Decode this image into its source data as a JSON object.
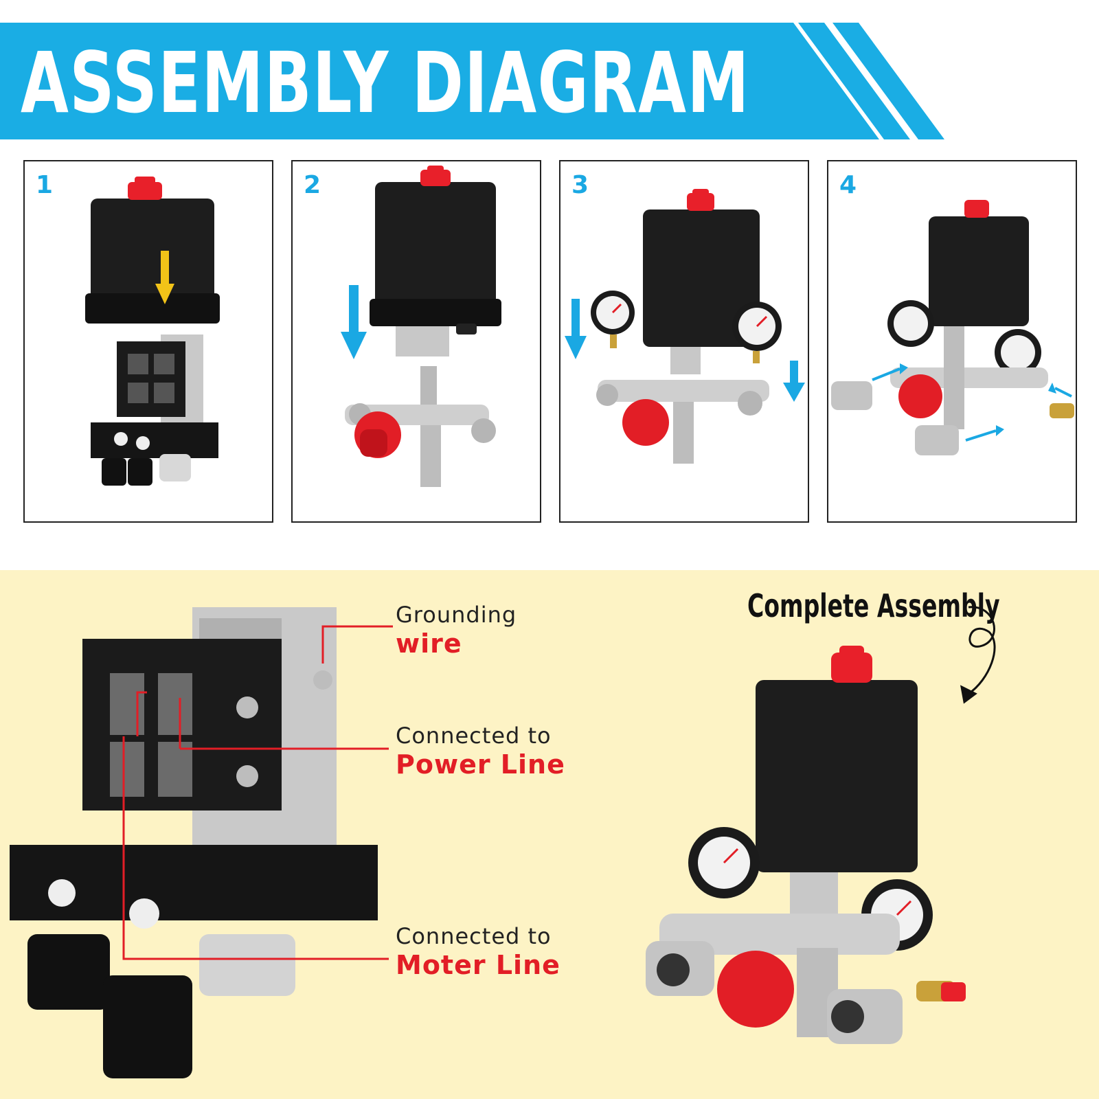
{
  "banner": {
    "title": "ASSEMBLY DIAGRAM",
    "color": "#1aade4"
  },
  "steps": [
    {
      "number": "1"
    },
    {
      "number": "2"
    },
    {
      "number": "3"
    },
    {
      "number": "4"
    }
  ],
  "callouts": {
    "grounding": {
      "line1": "Grounding",
      "line2": "wire"
    },
    "power": {
      "line1": "Connected to",
      "line2": "Power Line"
    },
    "motor": {
      "line1": "Connected to",
      "line2": "Moter Line"
    }
  },
  "complete_assembly": {
    "label": "Complete Assembly"
  },
  "colors": {
    "accent_blue": "#1aa8e3",
    "accent_red": "#e21e26",
    "bottom_bg": "#fdf3c5",
    "cap_red": "#e8202a",
    "body_black": "#1c1c1c",
    "arrow_yellow": "#f2c318"
  }
}
